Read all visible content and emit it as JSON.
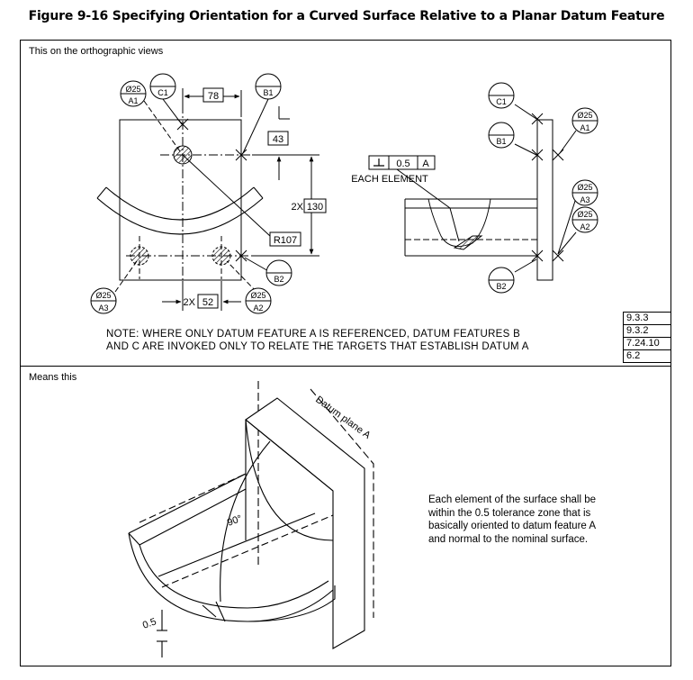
{
  "figure_title": "Figure 9-16 Specifying Orientation for a Curved Surface Relative to a Planar Datum Feature",
  "top_panel": {
    "heading": "This on the orthographic views",
    "note_line1": "NOTE: WHERE ONLY DATUM FEATURE A IS REFERENCED, DATUM FEATURES B",
    "note_line2": "AND C ARE INVOKED ONLY TO RELATE THE TARGETS THAT ESTABLISH DATUM A",
    "section_refs": [
      "9.3.3",
      "9.3.2",
      "7.24.10",
      "6.2"
    ],
    "dims": {
      "d78": "78",
      "d43": "43",
      "twox": "2X",
      "d130": "130",
      "r107": "R107",
      "d52": "52"
    },
    "targets": {
      "size": "Ø25",
      "A1": "A1",
      "A2": "A2",
      "A3": "A3",
      "B1": "B1",
      "B2": "B2",
      "C1": "C1"
    },
    "fcf": {
      "tolerance": "0.5",
      "datum": "A",
      "modifier": "EACH ELEMENT"
    }
  },
  "bottom_panel": {
    "heading": "Means this",
    "datum_plane_label": "Datum plane A",
    "angle_label": "90°",
    "zone_label": "0.5",
    "explanation_lines": [
      "Each element of the surface shall be",
      "within the 0.5 tolerance zone that is",
      "basically oriented to datum feature A",
      "and normal to the nominal surface."
    ]
  }
}
